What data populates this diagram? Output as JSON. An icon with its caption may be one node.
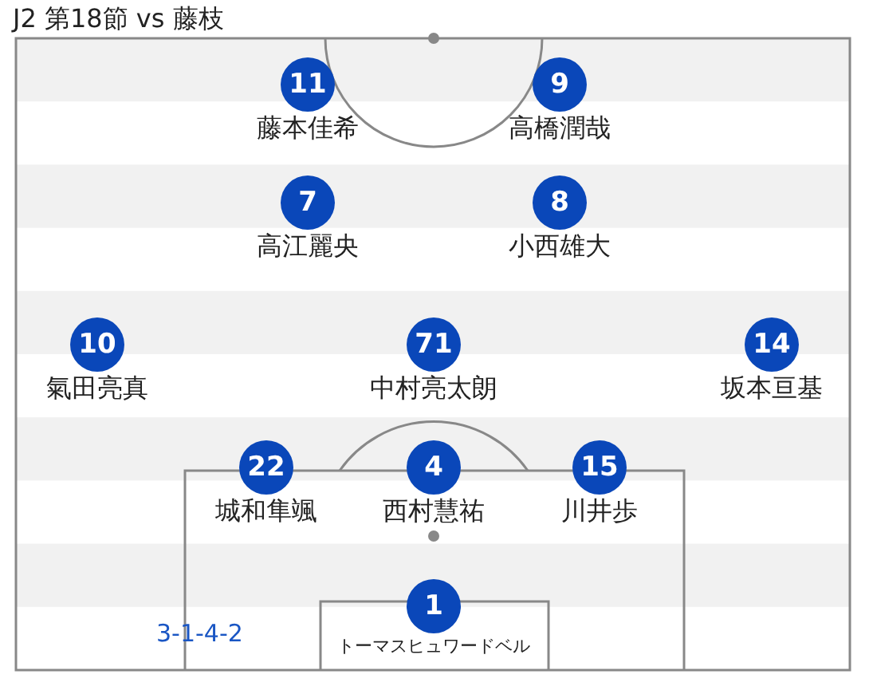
{
  "diagram": {
    "title": "J2 第18節 vs 藤枝",
    "nodes": [
      {
        "text": [
          "11"
        ],
        "beside": [
          "藤本佳希"
        ]
      },
      {
        "text": [
          "9"
        ],
        "beside": [
          "高橋潤哉"
        ]
      },
      {
        "text": [
          "7"
        ],
        "beside": [
          "高江麗央"
        ]
      },
      {
        "text": [
          "8"
        ],
        "beside": [
          "小西雄大"
        ]
      },
      {
        "text": [
          "10"
        ],
        "beside": [
          "氣田亮真"
        ]
      },
      {
        "text": [
          "71"
        ],
        "beside": [
          "中村亮太朗"
        ]
      },
      {
        "text": [
          "14"
        ],
        "beside": [
          "坂本亘基"
        ]
      },
      {
        "text": [
          "22"
        ],
        "beside": [
          "城和隼颯"
        ]
      },
      {
        "text": [
          "4"
        ],
        "beside": [
          "西村慧祐"
        ]
      },
      {
        "text": [
          "15"
        ],
        "beside": [
          "川井歩"
        ]
      },
      {
        "text": [
          "1"
        ],
        "beside": [
          "トーマスヒュワードベル"
        ]
      }
    ],
    "labels": [
      "3-1-4-2"
    ]
  }
}
